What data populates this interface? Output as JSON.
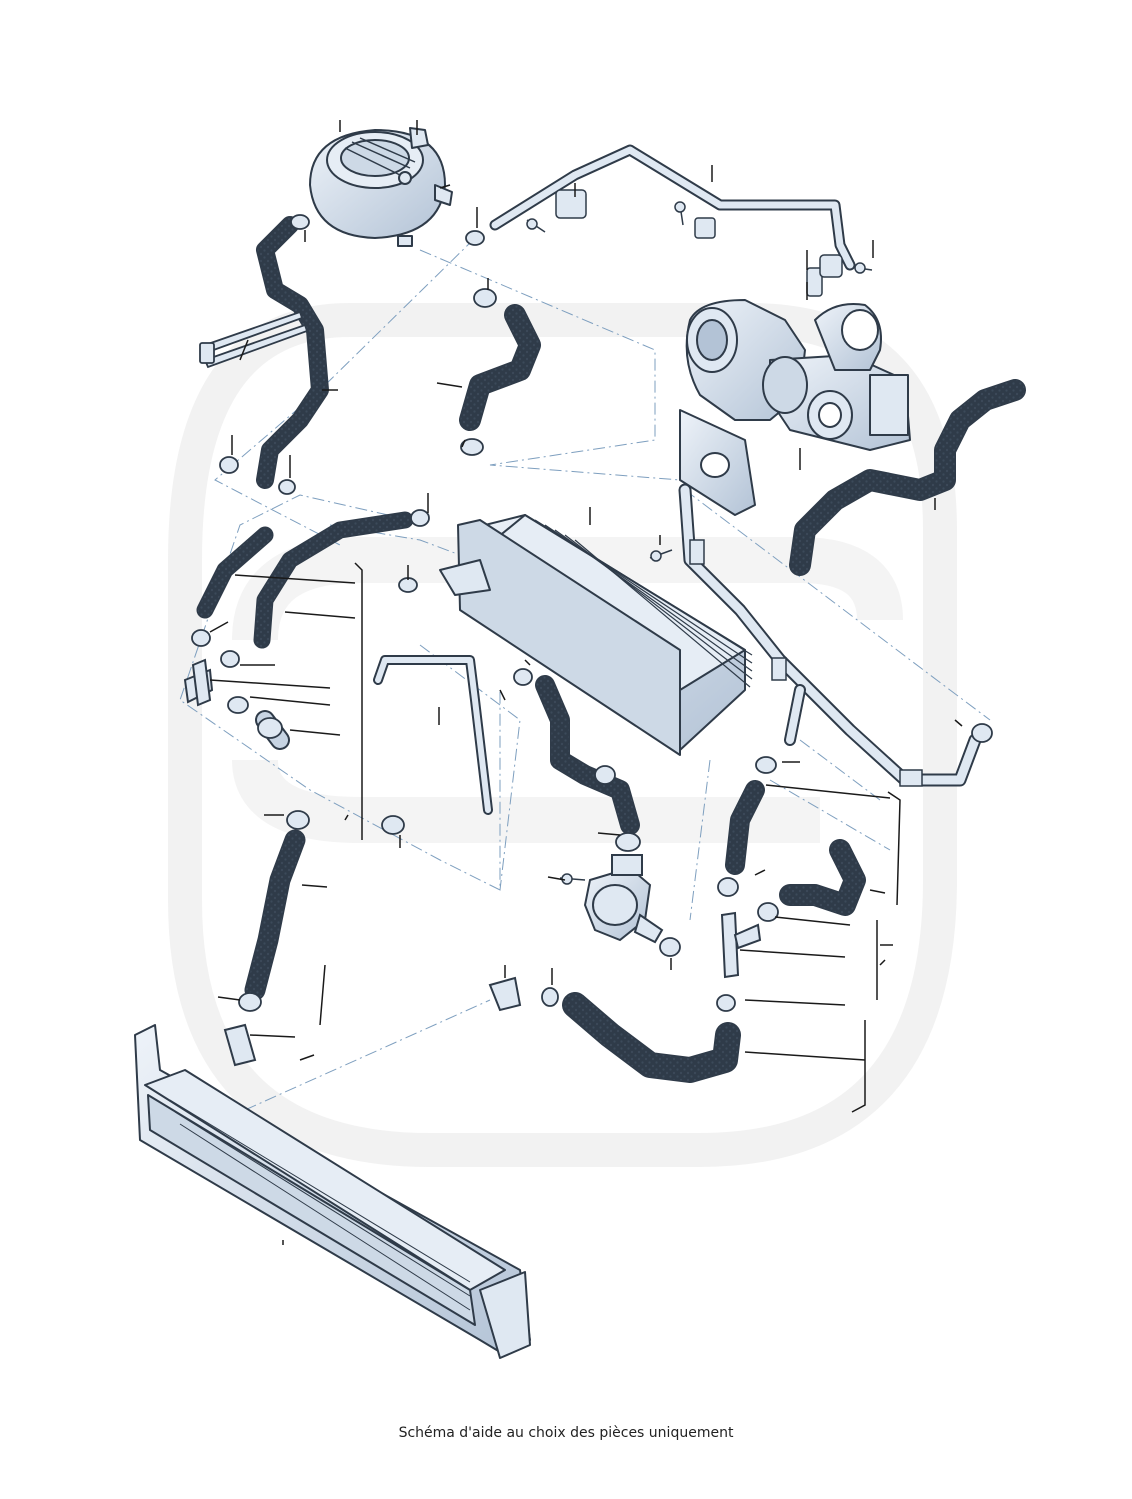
{
  "caption": "Schéma d'aide au choix des pièces uniquement",
  "colors": {
    "part_fill": "#dfe8f2",
    "part_shade": "#b3c3d6",
    "part_stroke": "#2f3b49",
    "hose_fill": "#c7d4e3",
    "hose_dots": "#3c4a5a",
    "leader": "#1a1a1a",
    "dashdot": "#7e9fbf",
    "watermark": "#ececec"
  },
  "icons": [
    "watermark-logo",
    "coolant-reservoir",
    "turbocharger",
    "egr-cooler",
    "auxiliary-water-pump",
    "radiator",
    "t-piece",
    "hose-clip",
    "bolt",
    "coolant-pipe",
    "cable-tie"
  ]
}
